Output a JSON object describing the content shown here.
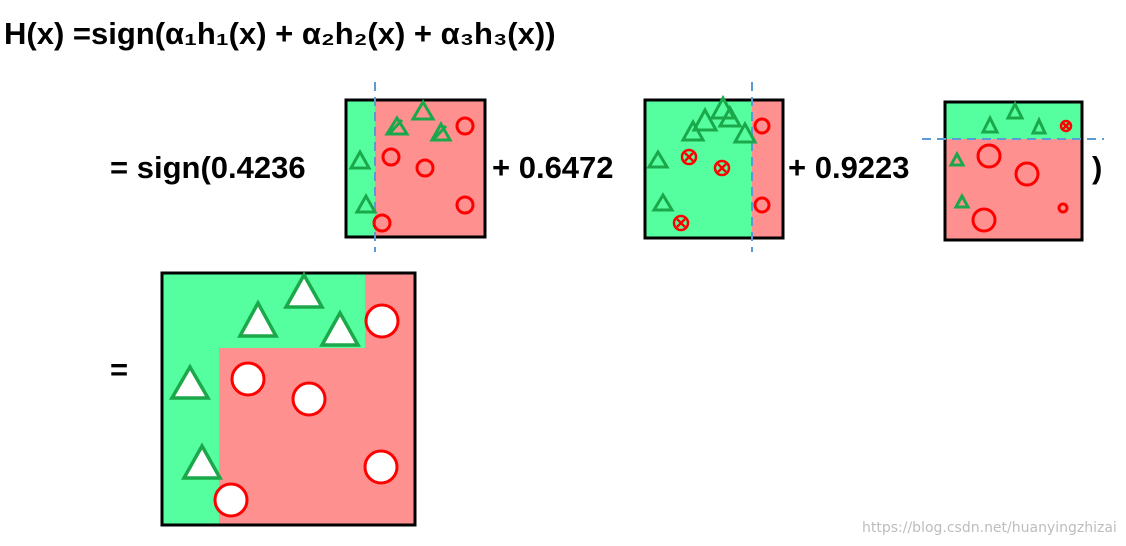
{
  "formula": {
    "heading": "H(x) =sign(α₁h₁(x) + α₂h₂(x) + α₃h₃(x))",
    "line2_prefix": "= sign(0.4236",
    "plus_term2": "+ 0.6472",
    "plus_term3": "+ 0.9223",
    "close_paren": ")",
    "line3_prefix": "="
  },
  "colors": {
    "positive_region": "#55ff9f",
    "negative_region": "#ff9090",
    "triangle": "#1aa84a",
    "circle": "#ff0000",
    "split_line": "#5b9bd5",
    "border": "#000000"
  },
  "watermark": "https://blog.csdn.net/huanyingzhizai"
}
